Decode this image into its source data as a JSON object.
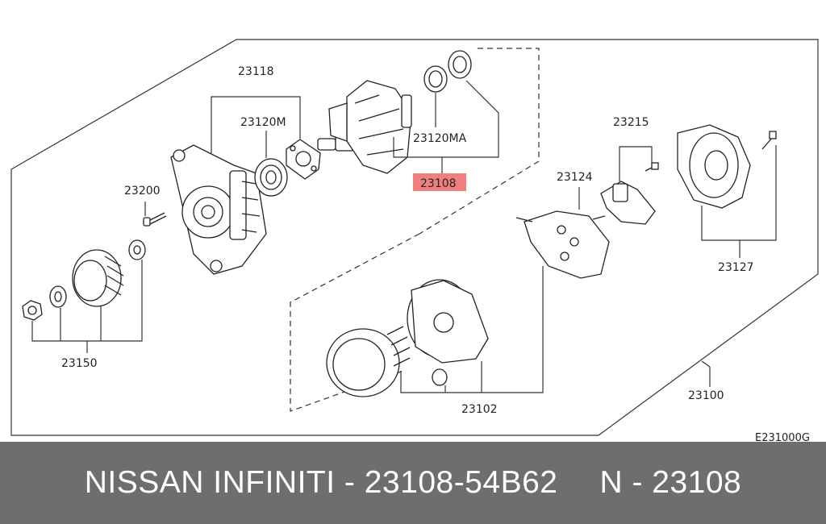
{
  "diagram": {
    "part_labels": {
      "p23118": "23118",
      "p23120m": "23120M",
      "p23120ma": "23120MA",
      "p23108": "23108",
      "p23200": "23200",
      "p23215": "23215",
      "p23124": "23124",
      "p23127": "23127",
      "p23150": "23150",
      "p23102": "23102",
      "p23100": "23100"
    },
    "figure_code": "E231000G",
    "highlight_color": "#f08080"
  },
  "caption": {
    "left": "NISSAN INFINITI - 23108-54B62",
    "right": "N - 23108"
  }
}
